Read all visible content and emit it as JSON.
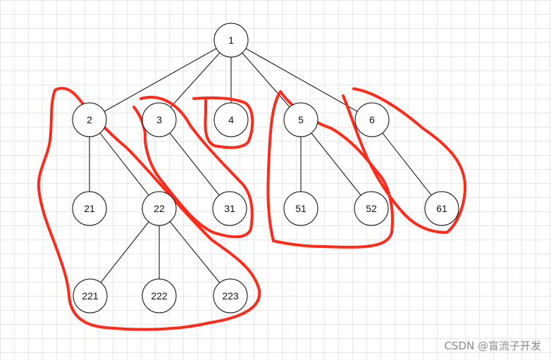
{
  "nodes": [
    {
      "id": "1",
      "label": "1"
    },
    {
      "id": "2",
      "label": "2"
    },
    {
      "id": "3",
      "label": "3"
    },
    {
      "id": "4",
      "label": "4"
    },
    {
      "id": "5",
      "label": "5"
    },
    {
      "id": "6",
      "label": "6"
    },
    {
      "id": "21",
      "label": "21"
    },
    {
      "id": "22",
      "label": "22"
    },
    {
      "id": "31",
      "label": "31"
    },
    {
      "id": "51",
      "label": "51"
    },
    {
      "id": "52",
      "label": "52"
    },
    {
      "id": "61",
      "label": "61"
    },
    {
      "id": "221",
      "label": "221"
    },
    {
      "id": "222",
      "label": "222"
    },
    {
      "id": "223",
      "label": "223"
    }
  ],
  "edges": [
    [
      "1",
      "2"
    ],
    [
      "1",
      "3"
    ],
    [
      "1",
      "4"
    ],
    [
      "1",
      "5"
    ],
    [
      "1",
      "6"
    ],
    [
      "2",
      "21"
    ],
    [
      "2",
      "22"
    ],
    [
      "3",
      "31"
    ],
    [
      "5",
      "51"
    ],
    [
      "5",
      "52"
    ],
    [
      "6",
      "61"
    ],
    [
      "22",
      "221"
    ],
    [
      "22",
      "222"
    ],
    [
      "22",
      "223"
    ]
  ],
  "colors": {
    "node_stroke": "#000000",
    "edge": "#000000",
    "annotation": "#ff2a1a"
  },
  "watermark": "CSDN @盲流子开发"
}
